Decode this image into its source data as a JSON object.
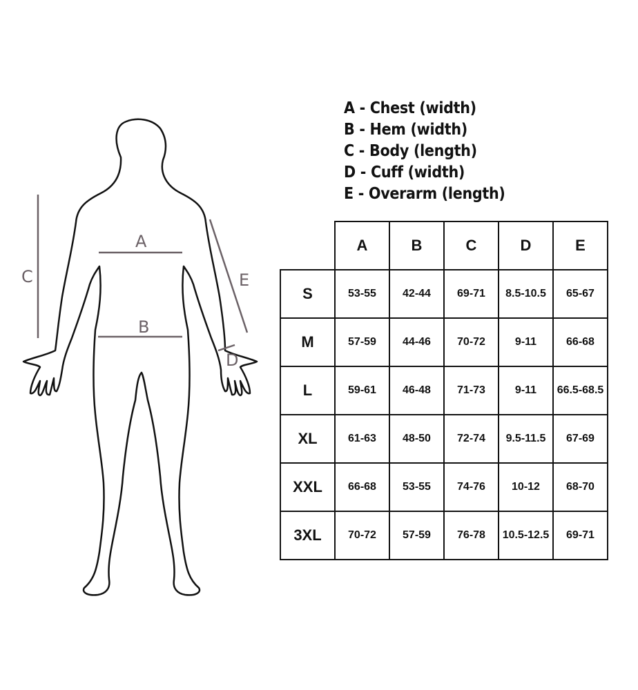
{
  "legend": [
    "A - Chest (width)",
    "B - Hem (width)",
    "C - Body (length)",
    "D - Cuff (width)",
    "E - Overarm (length)"
  ],
  "markers": {
    "a": "A",
    "b": "B",
    "c": "C",
    "d": "D",
    "e": "E"
  },
  "table": {
    "columns": [
      "A",
      "B",
      "C",
      "D",
      "E"
    ],
    "rows": [
      {
        "size": "S",
        "values": [
          "53-55",
          "42-44",
          "69-71",
          "8.5-10.5",
          "65-67"
        ]
      },
      {
        "size": "M",
        "values": [
          "57-59",
          "44-46",
          "70-72",
          "9-11",
          "66-68"
        ]
      },
      {
        "size": "L",
        "values": [
          "59-61",
          "46-48",
          "71-73",
          "9-11",
          "66.5-68.5"
        ]
      },
      {
        "size": "XL",
        "values": [
          "61-63",
          "48-50",
          "72-74",
          "9.5-11.5",
          "67-69"
        ]
      },
      {
        "size": "XXL",
        "values": [
          "66-68",
          "53-55",
          "74-76",
          "10-12",
          "68-70"
        ]
      },
      {
        "size": "3XL",
        "values": [
          "70-72",
          "57-59",
          "76-78",
          "10.5-12.5",
          "69-71"
        ]
      }
    ]
  }
}
